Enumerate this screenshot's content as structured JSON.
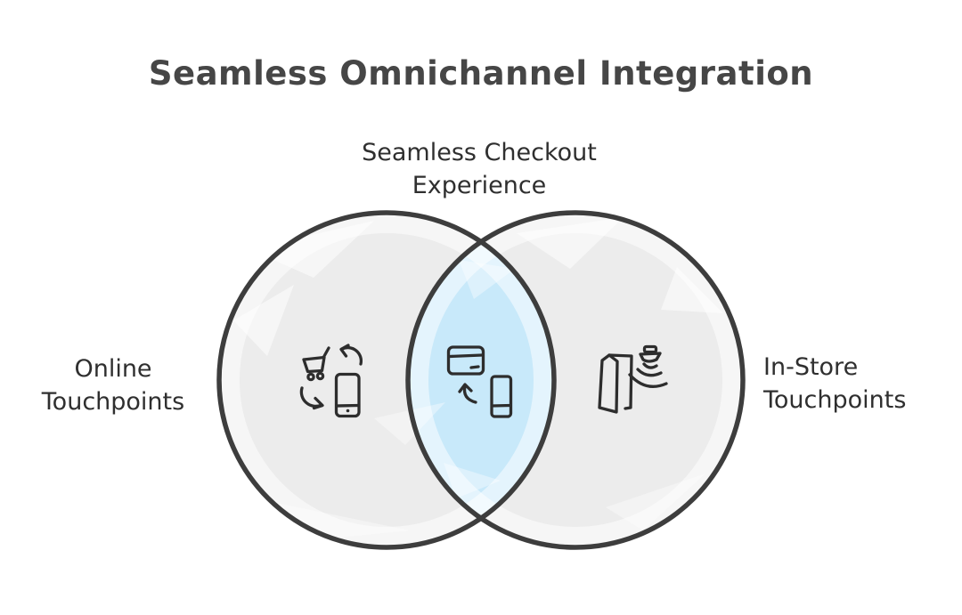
{
  "title": "Seamless Omnichannel Integration",
  "venn": {
    "type": "venn-2-set",
    "left_set": {
      "name": "Online Touchpoints",
      "label_lines": [
        "Online",
        "Touchpoints"
      ],
      "icon": "cart-phone-sync-icon"
    },
    "right_set": {
      "name": "In-Store Touchpoints",
      "label_lines": [
        "In-Store",
        "Touchpoints"
      ],
      "icon": "door-beacon-icon"
    },
    "intersection": {
      "name": "Seamless Checkout Experience",
      "label_lines": [
        "Seamless Checkout",
        "Experience"
      ],
      "icon": "card-to-phone-payment-icon"
    }
  },
  "colors": {
    "background": "#ffffff",
    "circle_fill": "#ececec",
    "circle_stroke": "#3d3d3d",
    "intersection_fill": "#c8e9fa",
    "title_color": "#464646",
    "label_color": "#2f2f2f",
    "icon_stroke": "#2d2d2d"
  }
}
